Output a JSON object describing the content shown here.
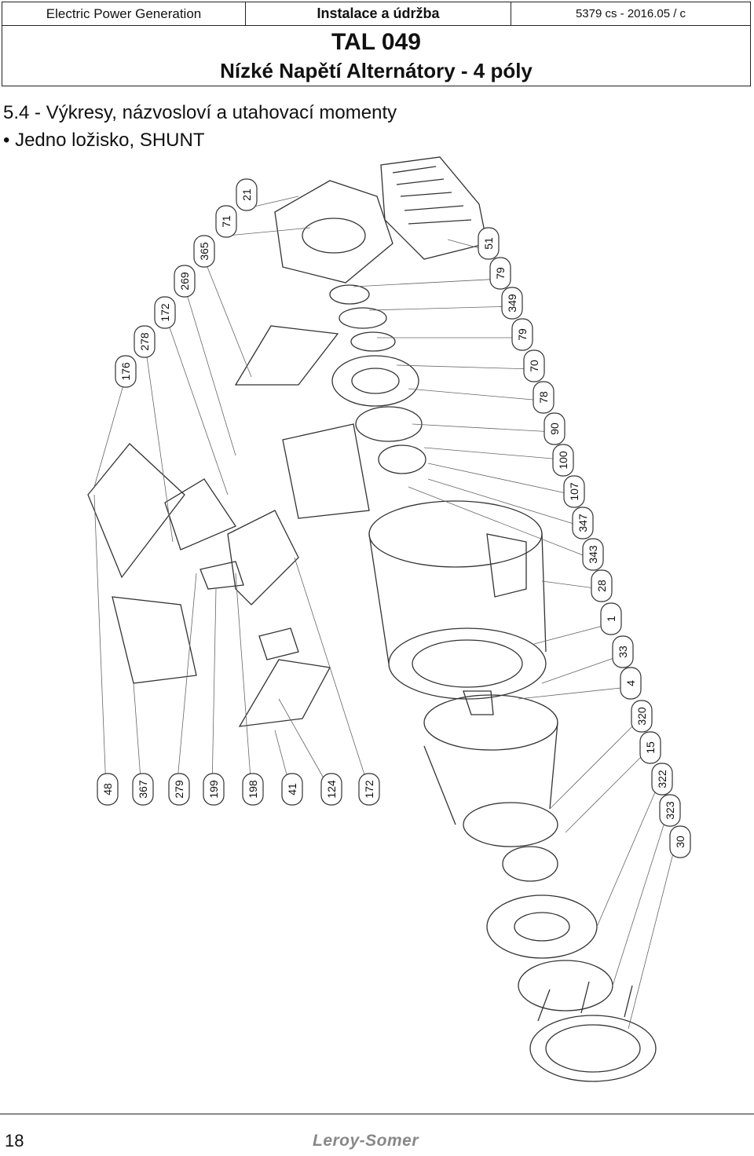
{
  "header": {
    "company": "Electric Power Generation",
    "section_title": "Instalace a údržba",
    "doc_ref": "5379 cs - 2016.05 / c",
    "model": "TAL 049",
    "subtitle": "Nízké Napětí Alternátory - 4 póly"
  },
  "section": {
    "heading": "5.4 - Výkresy, názvosloví a utahovací momenty",
    "bullet": "• Jedno ložisko, SHUNT"
  },
  "callouts_right": [
    "21",
    "71",
    "365",
    "269",
    "172",
    "278",
    "176",
    "51",
    "79",
    "349",
    "79",
    "70",
    "78",
    "90",
    "100",
    "107",
    "347",
    "343",
    "28",
    "1",
    "33",
    "4",
    "320",
    "15",
    "322",
    "323",
    "30"
  ],
  "callouts_bottom": [
    "48",
    "367",
    "279",
    "199",
    "198",
    "41",
    "124",
    "172"
  ],
  "footer": {
    "page_number": "18",
    "brand": "Leroy-Somer"
  }
}
